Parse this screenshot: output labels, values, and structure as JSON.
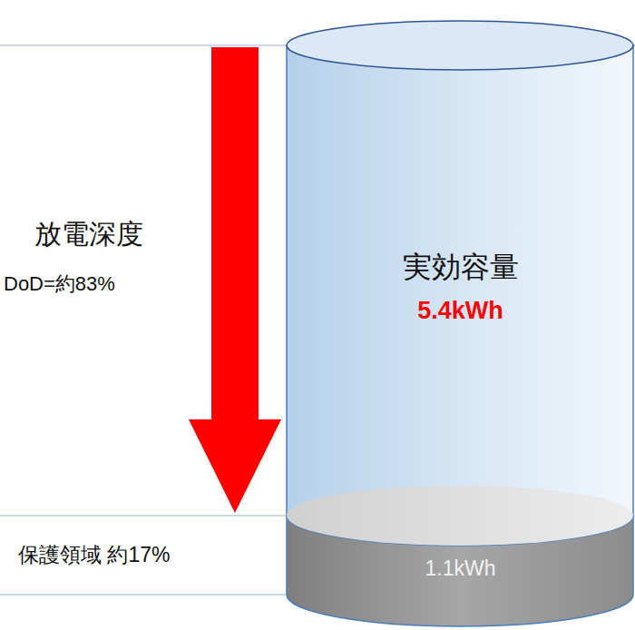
{
  "diagram": {
    "nodes": [
      {
        "text": [
          "実効容量",
          "5.4kWh"
        ]
      },
      {
        "text": [
          "1.1kWh"
        ]
      }
    ],
    "labels": [
      "放電深度",
      "DoD=約83%",
      "保護領域 約17%"
    ]
  }
}
